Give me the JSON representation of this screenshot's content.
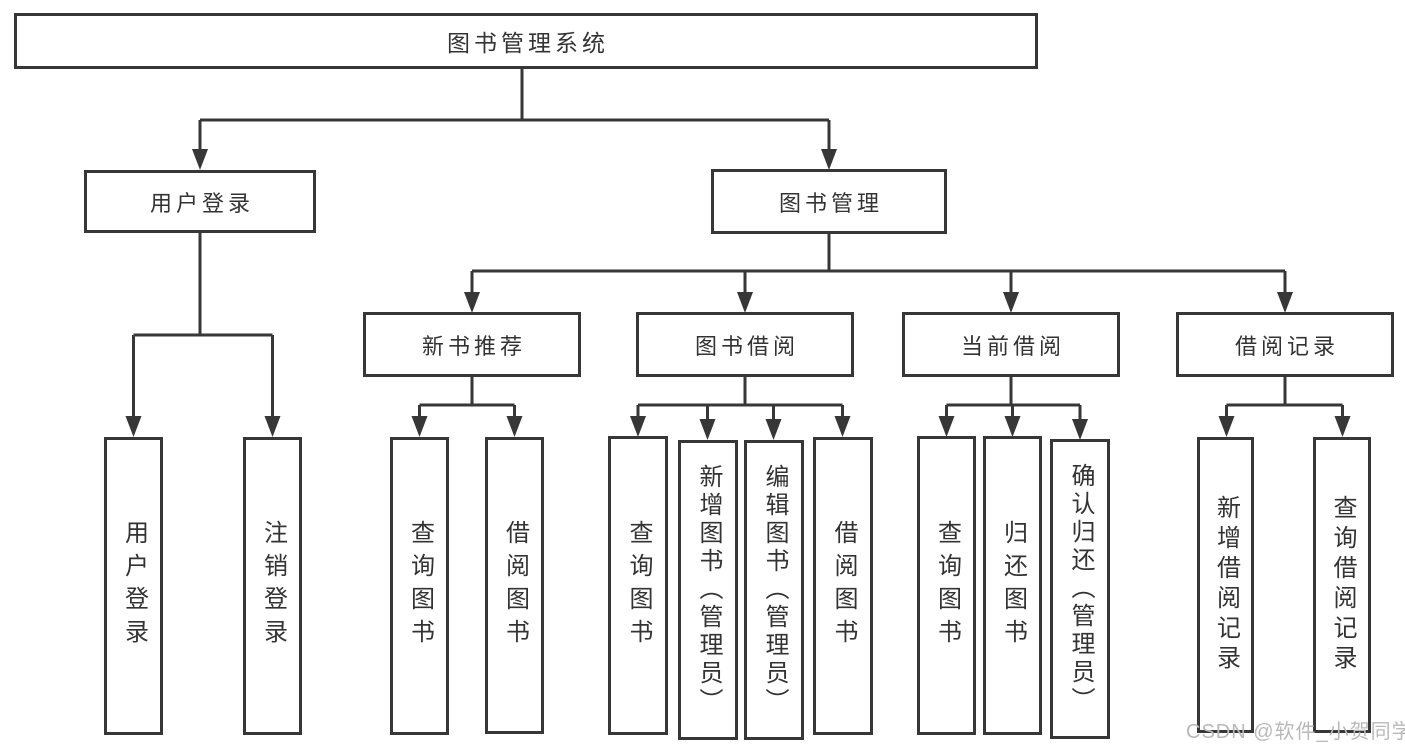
{
  "diagram": {
    "root": {
      "label": "图书管理系统"
    },
    "branches": [
      {
        "label": "用户登录",
        "children": [
          {
            "label": "用户登录"
          },
          {
            "label": "注销登录"
          }
        ]
      },
      {
        "label": "图书管理",
        "children": [
          {
            "label": "新书推荐",
            "children": [
              {
                "label": "查询图书"
              },
              {
                "label": "借阅图书"
              }
            ]
          },
          {
            "label": "图书借阅",
            "children": [
              {
                "label": "查询图书"
              },
              {
                "label": "新增图书（管理员）"
              },
              {
                "label": "编辑图书（管理员）"
              },
              {
                "label": "借阅图书"
              }
            ]
          },
          {
            "label": "当前借阅",
            "children": [
              {
                "label": "查询图书"
              },
              {
                "label": "归还图书"
              },
              {
                "label": "确认归还（管理员）"
              }
            ]
          },
          {
            "label": "借阅记录",
            "children": [
              {
                "label": "新增借阅记录"
              },
              {
                "label": "查询借阅记录"
              }
            ]
          }
        ]
      }
    ]
  },
  "watermark": {
    "text": "CSDN @软件_小贺同学"
  },
  "colors": {
    "line": "#373737",
    "box_border": "#373737",
    "box_fill": "#ffffff",
    "text": "#333333",
    "watermark": "#b9b9b9",
    "background": "#ffffff"
  }
}
